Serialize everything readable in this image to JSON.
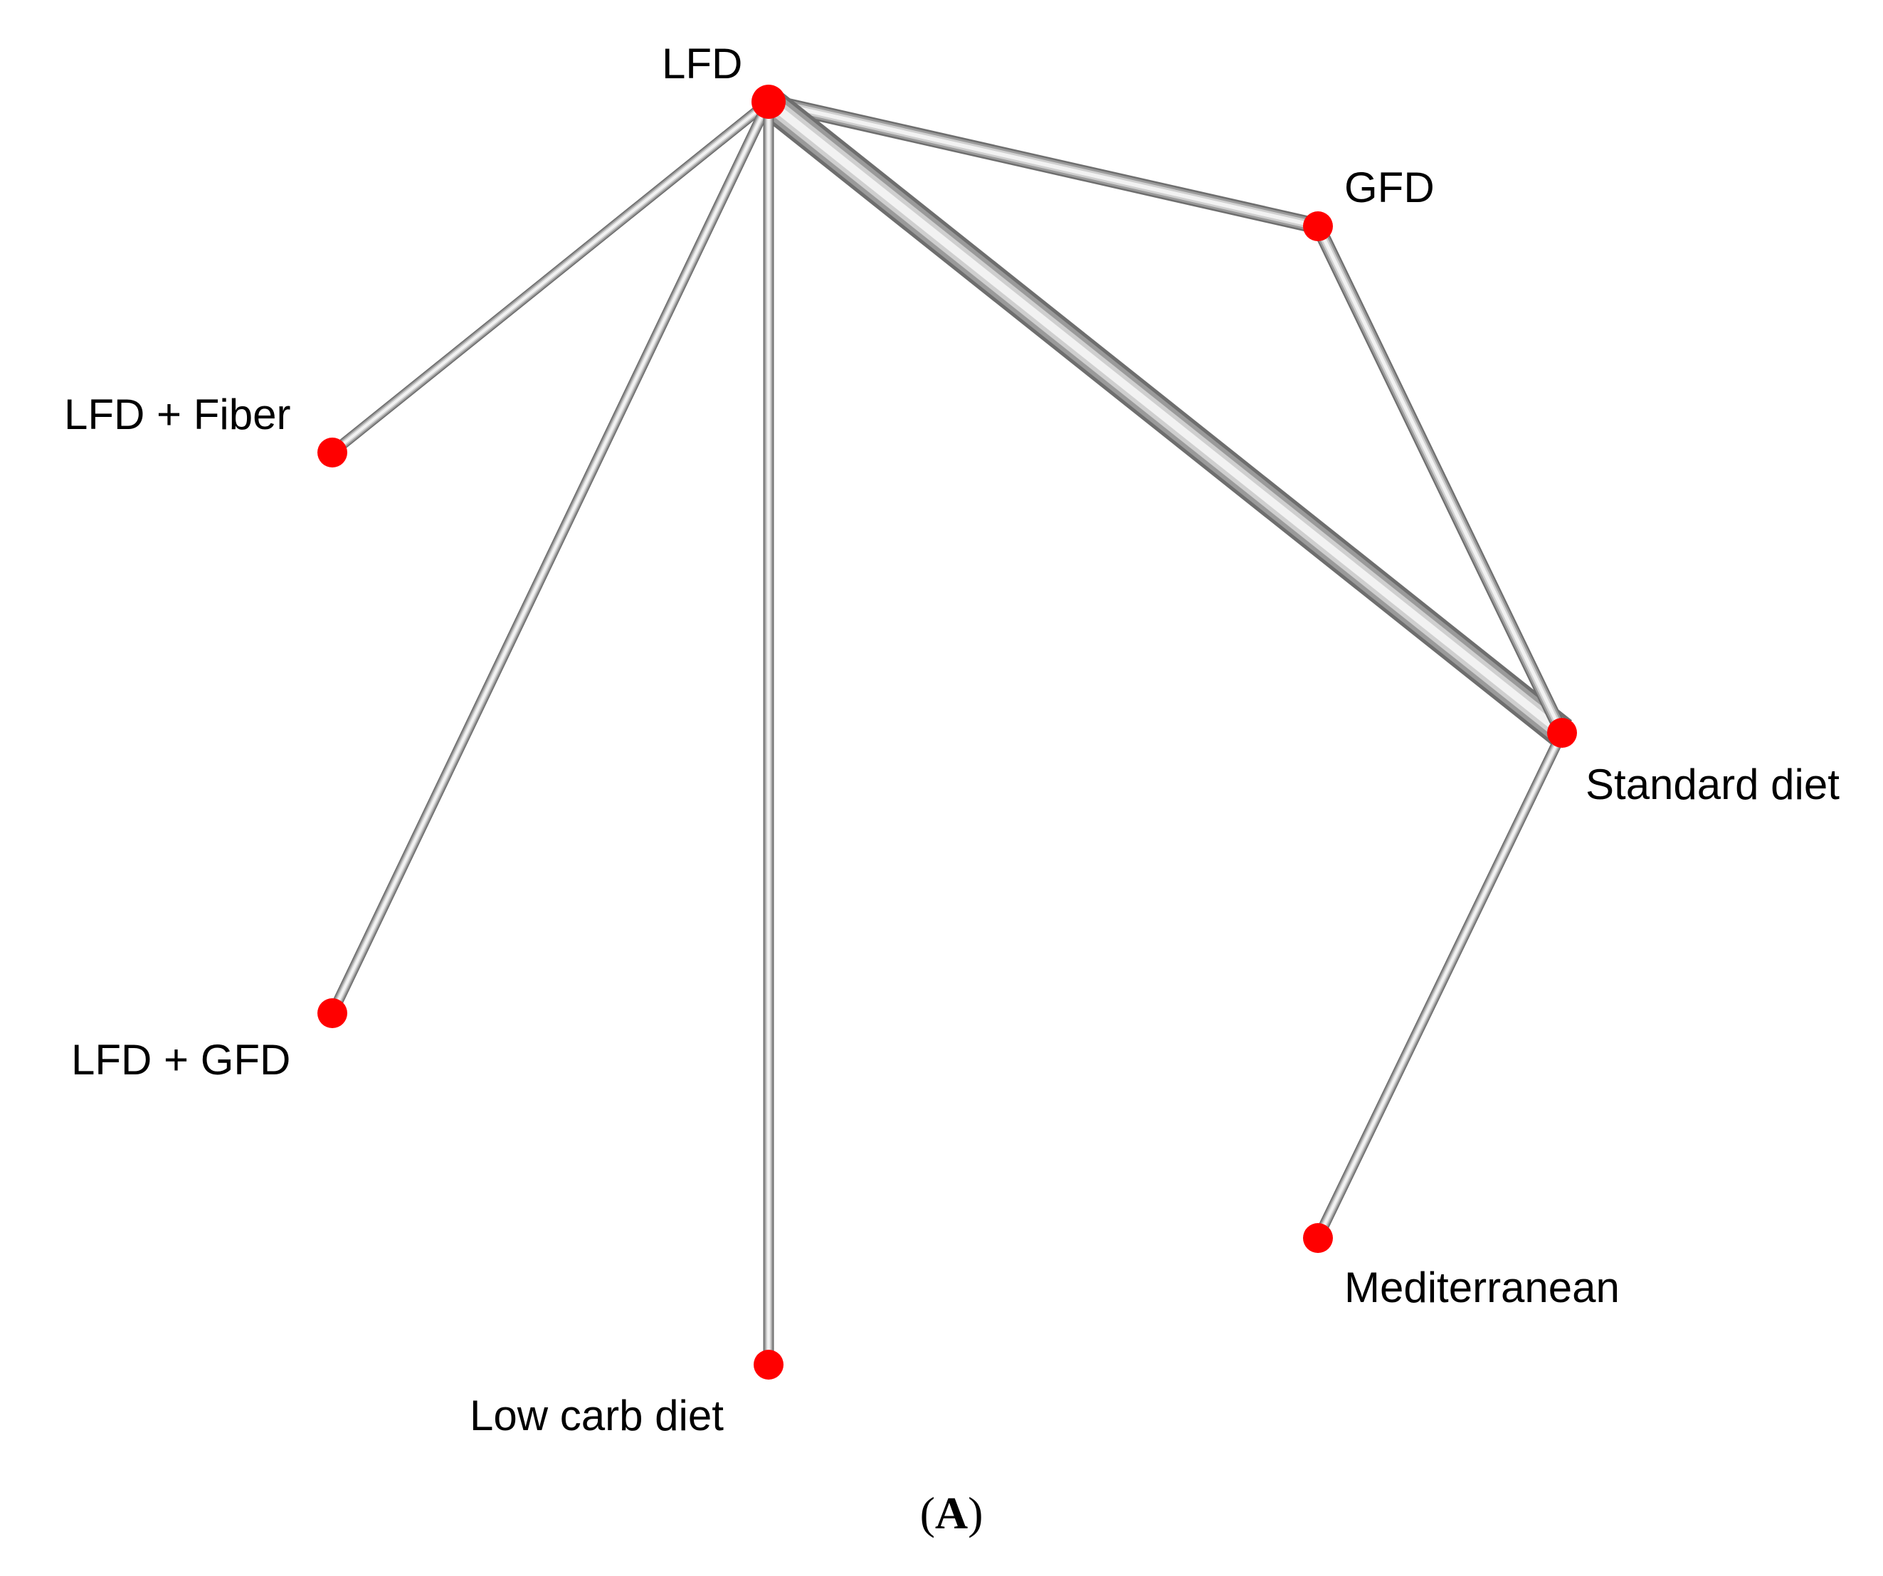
{
  "figure": {
    "panel_label": {
      "open": "(",
      "letter": "A",
      "close": ")"
    },
    "colors": {
      "background": "#ffffff",
      "node": "#ff0000",
      "edge_light": "#f2f2f2",
      "edge_dark": "#6e6e6e"
    },
    "nodes": [
      {
        "id": "lfd",
        "label": "LFD"
      },
      {
        "id": "gfd",
        "label": "GFD"
      },
      {
        "id": "standard",
        "label": "Standard diet"
      },
      {
        "id": "mediterranean",
        "label": "Mediterranean"
      },
      {
        "id": "lowcarb",
        "label": "Low carb diet"
      },
      {
        "id": "lfd_gfd",
        "label": "LFD + GFD"
      },
      {
        "id": "lfd_fiber",
        "label": "LFD + Fiber"
      }
    ],
    "edges": [
      {
        "from": "lfd",
        "to": "gfd",
        "weight": 1.5
      },
      {
        "from": "lfd",
        "to": "standard",
        "weight": 3
      },
      {
        "from": "gfd",
        "to": "standard",
        "weight": 1.3
      },
      {
        "from": "lfd",
        "to": "lfd_fiber",
        "weight": 1
      },
      {
        "from": "lfd",
        "to": "lfd_gfd",
        "weight": 1
      },
      {
        "from": "lfd",
        "to": "lowcarb",
        "weight": 1
      },
      {
        "from": "standard",
        "to": "mediterranean",
        "weight": 1
      }
    ]
  }
}
